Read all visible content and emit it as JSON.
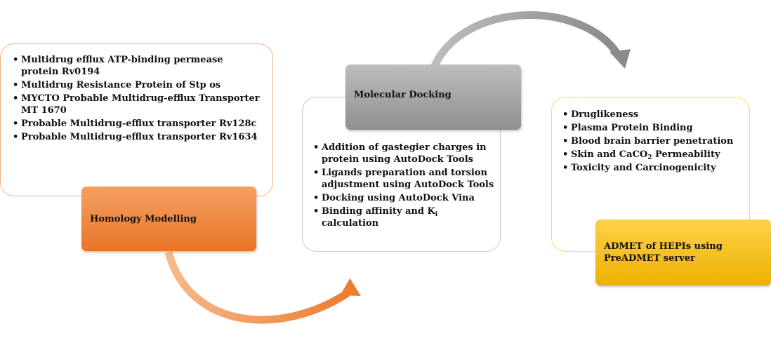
{
  "stage1": {
    "title": "Homology Modelling",
    "items": [
      "Multidrug efflux ATP-binding permease protein Rv0194",
      "Multidrug Resistance Protein of Stp os",
      "MYCTO Probable Multidrug-efflux Transporter MT 1670",
      "Probable Multidrug-efflux transporter Rv128c",
      "Probable Multidrug-efflux transporter Rv1634"
    ]
  },
  "stage2": {
    "title": "Molecular Docking",
    "items": [
      "Addition of gastegier charges in protein using AutoDock Tools",
      "Ligands preparation and torsion adjustment using AutoDock Tools",
      "Docking using AutoDock Vina"
    ],
    "item4_pre": "Binding affinity and K",
    "item4_sub": "i",
    "item4_post": " calculation"
  },
  "stage3": {
    "title": "ADMET of HEPIs using PreADMET server",
    "items": [
      "Druglikeness",
      "Plasma Protein Binding",
      "Blood brain barrier penetration"
    ],
    "item4_pre": "Skin and CaCO",
    "item4_sub": "2",
    "item4_post": " Permeability",
    "item5": "Toxicity and Carcinogenicity"
  },
  "colors": {
    "orange": "#ed7d31",
    "gray": "#8c8c8c",
    "yellow": "#f5b800"
  }
}
